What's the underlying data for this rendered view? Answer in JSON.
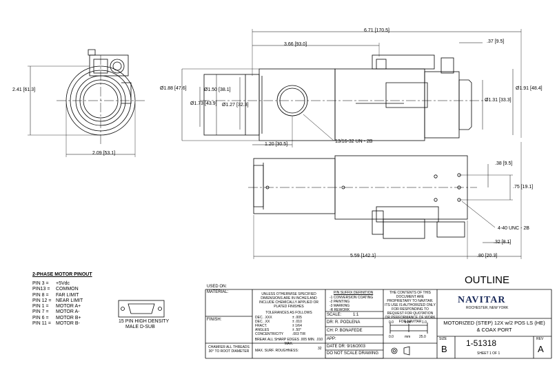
{
  "dims": {
    "d_6_71": "6.71 [170.5]",
    "d_3_66": "3.66 [93.0]",
    "d_37": ".37 [9.5]",
    "d_2_41": "2.41 [61.3]",
    "d_1_88": "Ø1.88 [47.6]",
    "d_1_50": "Ø1.50 [38.1]",
    "d_1_73": "Ø1.73 [43.9]",
    "d_1_27": "Ø1.27 [32.3]",
    "d_1_91": "Ø1.91 [48.4]",
    "d_1_31": "Ø1.31 [33.3]",
    "d_1_20": "1.20 [30.5]",
    "thread": "13/16-32 UN - 2B",
    "d_2_09": "2.09 [53.1]",
    "d_38": ".38 [9.5]",
    "d_75": ".75 [19.1]",
    "tap": "4-40 UNC - 2B",
    "d_32": ".32 [8.1]",
    "d_5_59": "5.59 [142.1]",
    "d_80": ".80 [20.3]"
  },
  "pinout": {
    "title": "2-PHASE MOTOR PINOUT",
    "rows": [
      {
        "pin": "PIN 3 =",
        "sig": "+5Vdc"
      },
      {
        "pin": "PIN13 =",
        "sig": "COMMON"
      },
      {
        "pin": "PIN 8 =",
        "sig": "FAR LIMIT"
      },
      {
        "pin": "PIN 12 =",
        "sig": "NEAR LIMIT"
      },
      {
        "pin": "PIN 1 =",
        "sig": "MOTOR A+"
      },
      {
        "pin": "PIN 7 =",
        "sig": "MOTOR A-"
      },
      {
        "pin": "PIN 6 =",
        "sig": "MOTOR B+"
      },
      {
        "pin": "PIN 11 =",
        "sig": "MOTOR B-"
      }
    ],
    "connector_line1": "15 PIN HIGH DENSITY",
    "connector_line2": "MALE D-SUB"
  },
  "titleblock": {
    "used_on": "USED ON:",
    "material": "MATERIAL:",
    "finish": "FINISH:",
    "chamfer": "CHAMFER ALL THREADS 30° TO ROOT DIAMETER",
    "unless": "UNLESS OTHERWISE SPECIFIED DIMENSIONS ARE IN INCHES AND INCLUDE CHEMICALLY APPLIED OR PLATED FINISHES",
    "tol_title": "TOLERANCES AS FOLLOWS",
    "tol_rows": [
      {
        "k": "DEC.  .XXX",
        "v": "± .005"
      },
      {
        "k": "DEC.  .XX",
        "v": "± .010"
      },
      {
        "k": "FRACT.",
        "v": "± 1/64"
      },
      {
        "k": "ANGLES",
        "v": "± .50°"
      },
      {
        "k": "CONCENTRICITY",
        "v": ".003 TIR"
      }
    ],
    "edges": "BREAK ALL SHARP EDGES .005 MIN. .010 MAX.",
    "rough": "MAX. SURF. ROUGHNESS:",
    "rough_val": "32",
    "suffix_title": "P/N SUFFIX DEFINITION",
    "suffix_rows": [
      "-1  CONVERSION COATING",
      "-2  PAINTING",
      "-3  MARKING",
      "-R  REWORK"
    ],
    "scale_label": "SCALE:",
    "scale_val": "1:1",
    "dr": "DR:   R. PODLENA",
    "ch": "CH:   P. BONAFEDE",
    "app": "APP:",
    "date": "DATE DR:    9/16/2003",
    "dns": "DO NOT SCALE DRAWING",
    "proprietary": "THE CONTENTS OF THIS DOCUMENT ARE PROPRIETARY TO NAVITAR. ITS USE IS AUTHORIZED ONLY FOR RESPONDING TO REQUEST FOR QUOTATION OR PERFORMANCE OF WORK FOR NAVITAR",
    "sb_top0": "0.0",
    "sb_top_mid": "inch",
    "sb_top1": "1.0",
    "sb_bot0": "0.0",
    "sb_bot_mid": "mm",
    "sb_bot1": "25.0",
    "heading": "OUTLINE",
    "logo": "NAVITAR",
    "location": "ROCHESTER, NEW YORK",
    "title_line1": "MOTORIZED (STEP) 12X w/2 POS LS (HE)",
    "title_line2": "& COAX PORT",
    "size_label": "SIZE",
    "size_val": "B",
    "part_no": "1-51318",
    "rev_label": "REV",
    "rev_val": "A",
    "sheet": "SHEET  1  OF   1"
  }
}
